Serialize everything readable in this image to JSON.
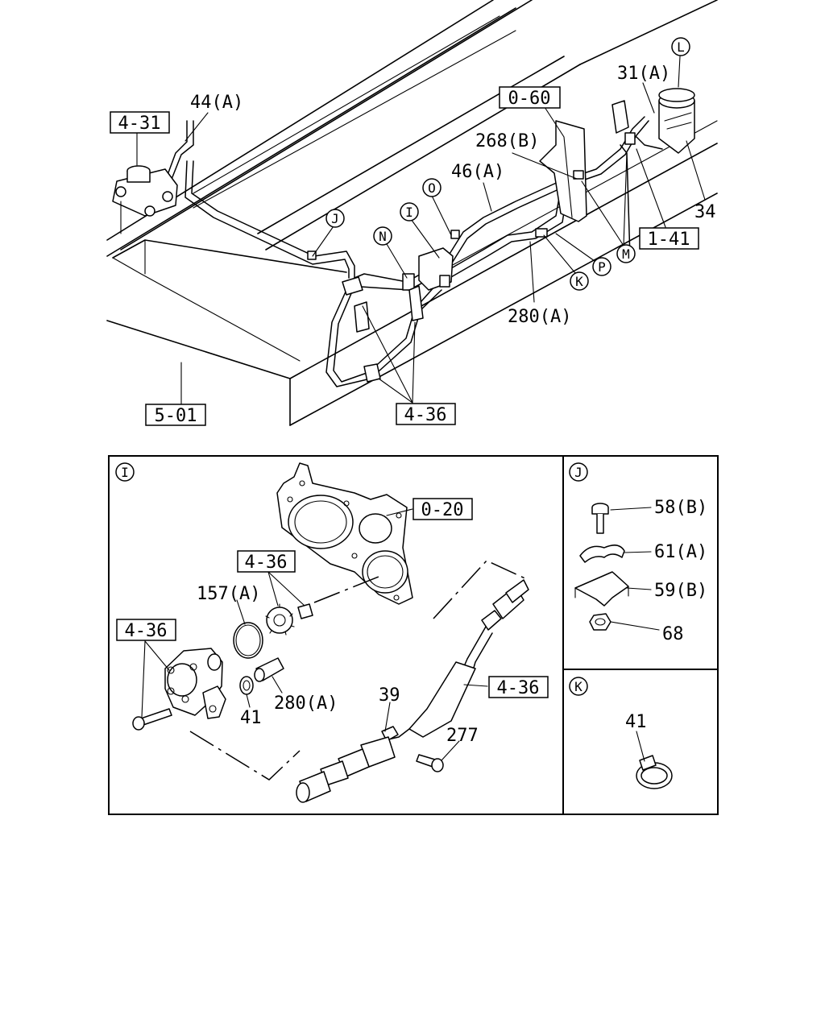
{
  "main_view": {
    "callouts": {
      "ref_4_31": "4-31",
      "ref_0_60": "0-60",
      "ref_1_41": "1-41",
      "ref_5_01": "5-01",
      "ref_4_36": "4-36",
      "p44a": "44(A)",
      "p31a": "31(A)",
      "p268b": "268(B)",
      "p46a": "46(A)",
      "p34": "34",
      "p280a": "280(A)"
    },
    "letters": {
      "L": "L",
      "J": "J",
      "I": "I",
      "O": "O",
      "N": "N",
      "P": "P",
      "M": "M",
      "K": "K"
    }
  },
  "detail_i": {
    "letter": "I",
    "callouts": {
      "ref_0_20": "0-20",
      "ref_4_36_a": "4-36",
      "ref_4_36_b": "4-36",
      "ref_4_36_c": "4-36",
      "p157a": "157(A)",
      "p280a": "280(A)",
      "p41": "41",
      "p39": "39",
      "p277": "277"
    }
  },
  "detail_j": {
    "letter": "J",
    "callouts": {
      "p58b": "58(B)",
      "p61a": "61(A)",
      "p59b": "59(B)",
      "p68": "68"
    }
  },
  "detail_k": {
    "letter": "K",
    "callouts": {
      "p41": "41"
    }
  }
}
